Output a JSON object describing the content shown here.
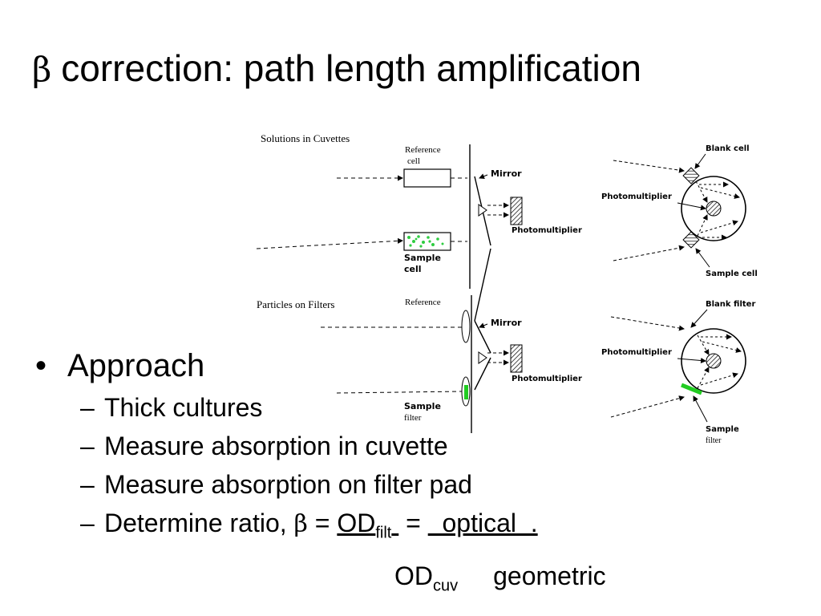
{
  "slide": {
    "title_symbol": "β",
    "title_text": "correction: path length amplification"
  },
  "figure": {
    "cuvette_heading": "Solutions in Cuvettes",
    "filter_heading": "Particles on Filters",
    "reference": "Reference",
    "cell": "cell",
    "sample": "Sample",
    "filter": "filter",
    "mirror": "Mirror",
    "photomultiplier": "Photomultiplier",
    "blank_cell": "Blank cell",
    "sample_cell": "Sample cell",
    "blank_filter": "Blank filter",
    "highlight_color": "#22cc22"
  },
  "bullets": {
    "main": "Approach",
    "sub1": "Thick cultures",
    "sub2": "Measure absorption in cuvette",
    "sub3": "Measure absorption on filter pad",
    "sub4_prefix": "Determine ratio,",
    "beta": "β",
    "equals": "=",
    "od": "OD",
    "filt": "filt",
    "optical": "optical",
    "od_cuv": "OD",
    "cuv": "cuv",
    "geometric": "geometric"
  }
}
